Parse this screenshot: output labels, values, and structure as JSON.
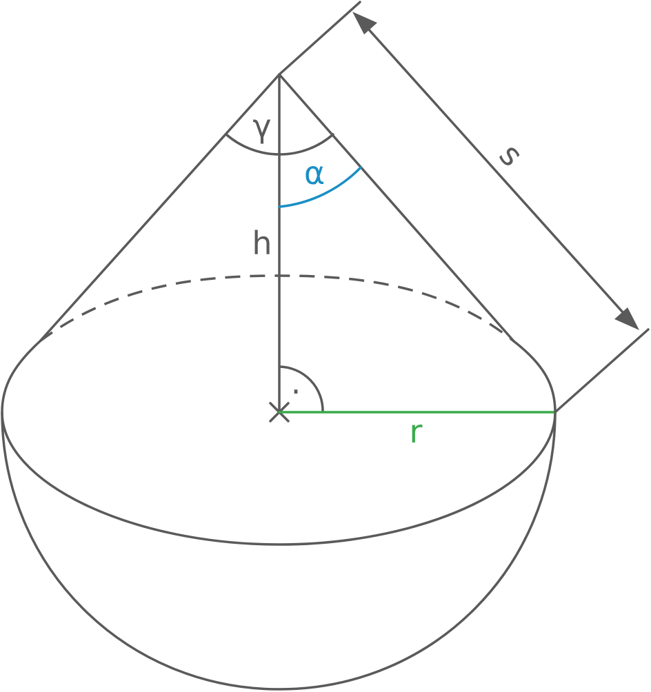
{
  "labels": {
    "gamma": "γ",
    "alpha": "α",
    "height": "h",
    "radius": "r",
    "slant": "s",
    "right_angle_dot": "·"
  },
  "colors": {
    "line": "#5a5a5a",
    "alpha": "#1a8fc4",
    "radius": "#3aaa4a",
    "background": "#ffffff"
  }
}
